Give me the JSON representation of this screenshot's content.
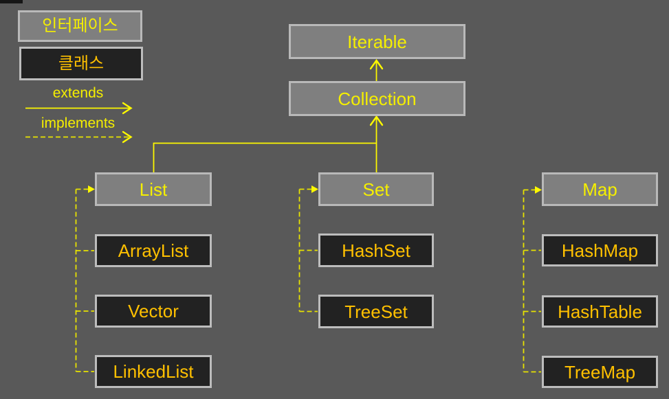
{
  "colors": {
    "background": "#595959",
    "interface_fill": "#7f7f7f",
    "class_fill": "#222222",
    "interface_border": "#b9b9b9",
    "class_border": "#bdbdbd",
    "interface_text": "#f5ef00",
    "class_text": "#ffc000",
    "solid_line": "#fdf800",
    "dashed_line": "#e8e300"
  },
  "legend": {
    "interface_label": "인터페이스",
    "class_label": "클래스",
    "extends_label": "extends",
    "implements_label": "implements"
  },
  "nodes": {
    "iterable": "Iterable",
    "collection": "Collection",
    "list": "List",
    "set": "Set",
    "map": "Map",
    "arraylist": "ArrayList",
    "vector": "Vector",
    "linkedlist": "LinkedList",
    "hashset": "HashSet",
    "treeset": "TreeSet",
    "hashmap": "HashMap",
    "hashtable": "HashTable",
    "treemap": "TreeMap"
  },
  "edges": [
    {
      "from": "Collection",
      "to": "Iterable",
      "type": "extends"
    },
    {
      "from": "List",
      "to": "Collection",
      "type": "extends"
    },
    {
      "from": "Set",
      "to": "Collection",
      "type": "extends"
    },
    {
      "from": "ArrayList",
      "to": "List",
      "type": "implements"
    },
    {
      "from": "Vector",
      "to": "List",
      "type": "implements"
    },
    {
      "from": "LinkedList",
      "to": "List",
      "type": "implements"
    },
    {
      "from": "HashSet",
      "to": "Set",
      "type": "implements"
    },
    {
      "from": "TreeSet",
      "to": "Set",
      "type": "implements"
    },
    {
      "from": "HashMap",
      "to": "Map",
      "type": "implements"
    },
    {
      "from": "HashTable",
      "to": "Map",
      "type": "implements"
    },
    {
      "from": "TreeMap",
      "to": "Map",
      "type": "implements"
    }
  ]
}
